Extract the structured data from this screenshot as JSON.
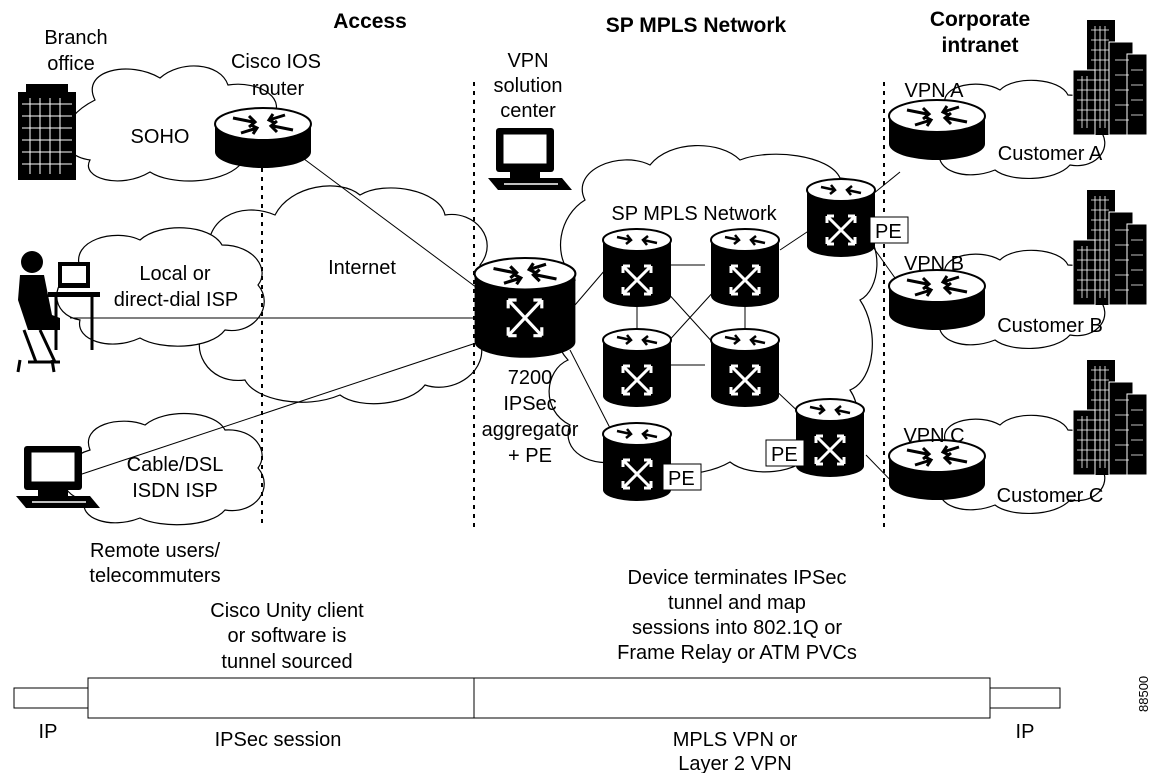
{
  "headers": {
    "access": "Access",
    "sp_mpls": "SP MPLS Network",
    "corporate": [
      "Corporate",
      "intranet"
    ]
  },
  "labels": {
    "branch_office": [
      "Branch",
      "office"
    ],
    "cisco_ios_router": [
      "Cisco IOS",
      "router"
    ],
    "soho": "SOHO",
    "internet": "Internet",
    "local_isp": [
      "Local or",
      "direct-dial ISP"
    ],
    "cable_isp": [
      "Cable/DSL",
      "ISDN ISP"
    ],
    "remote_users": [
      "Remote users/",
      "telecommuters"
    ],
    "vpn_center": [
      "VPN",
      "solution",
      "center"
    ],
    "sp_mpls_cloud": "SP MPLS Network",
    "aggregator": [
      "7200",
      "IPSec",
      "aggregator",
      "+ PE"
    ],
    "pe": "PE",
    "vpn_a": "VPN A",
    "vpn_b": "VPN B",
    "vpn_c": "VPN C",
    "customer_a": "Customer A",
    "customer_b": "Customer B",
    "customer_c": "Customer C",
    "unity_note": [
      "Cisco Unity client",
      "or software is",
      "tunnel sourced"
    ],
    "device_note": [
      "Device terminates IPSec",
      "tunnel and map",
      "sessions into 802.1Q or",
      "Frame Relay or ATM PVCs"
    ],
    "ip_left": "IP",
    "ip_right": "IP",
    "ipsec_session": "IPSec session",
    "mpls_vpn": [
      "MPLS VPN or",
      "Layer 2 VPN"
    ],
    "figure_id": "88500"
  }
}
